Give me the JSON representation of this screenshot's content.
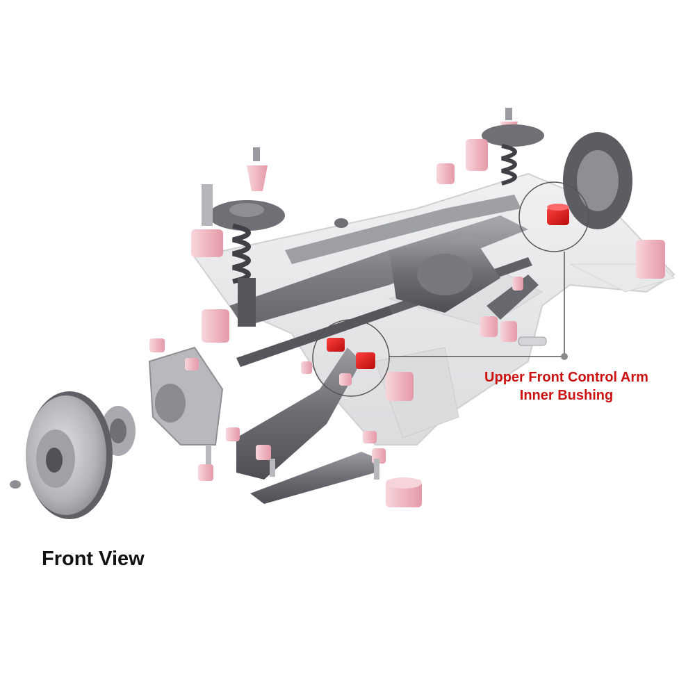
{
  "callout": {
    "line1": "Upper Front Control Arm",
    "line2": "Inner Bushing",
    "color": "#cc1111"
  },
  "view_label": "Front View",
  "colors": {
    "bushing_highlight": "#e01818",
    "bushing_pink": "#f2c2ca",
    "metal_dark": "#6b6d72",
    "metal_light": "#c9ccd0",
    "subframe_ghost": "#dcdde0"
  }
}
